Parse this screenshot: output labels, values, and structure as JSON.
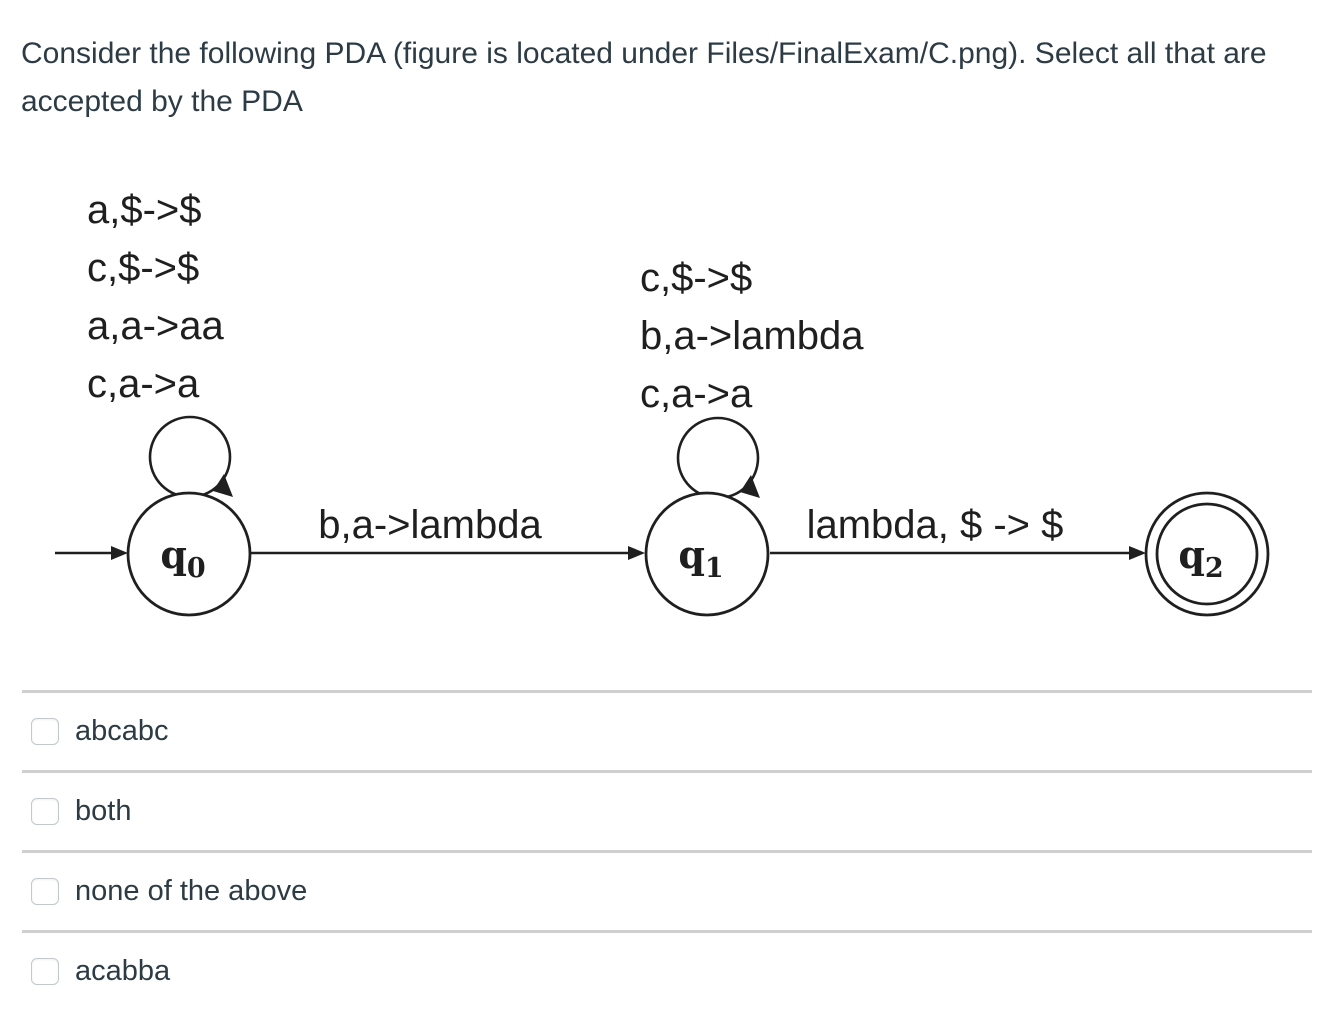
{
  "question": {
    "text": "Consider the following PDA (figure is located under Files/FinalExam/C.png). Select all that are accepted by the PDA"
  },
  "figure": {
    "states": [
      {
        "name": "q",
        "sub": "0"
      },
      {
        "name": "q",
        "sub": "1"
      },
      {
        "name": "q",
        "sub": "2"
      }
    ],
    "q0_self_loop_rules": [
      "a,$->$",
      "c,$->$",
      "a,a->aa",
      "c,a->a"
    ],
    "q1_self_loop_rules": [
      "c,$->$",
      "b,a->lambda",
      "c,a->a"
    ],
    "edge_q0_q1_label": "b,a->lambda",
    "edge_q1_q2_label": "lambda, $ -> $"
  },
  "options": [
    {
      "label": "abcabc",
      "checked": false
    },
    {
      "label": "both",
      "checked": false
    },
    {
      "label": "none of the above",
      "checked": false
    },
    {
      "label": "acabba",
      "checked": false
    }
  ],
  "colors": {
    "text": "#2d3b45",
    "divider": "#cfcfcf",
    "figure_ink": "#1f1f1f",
    "checkbox_border": "#c3c8cc",
    "background": "#ffffff"
  }
}
